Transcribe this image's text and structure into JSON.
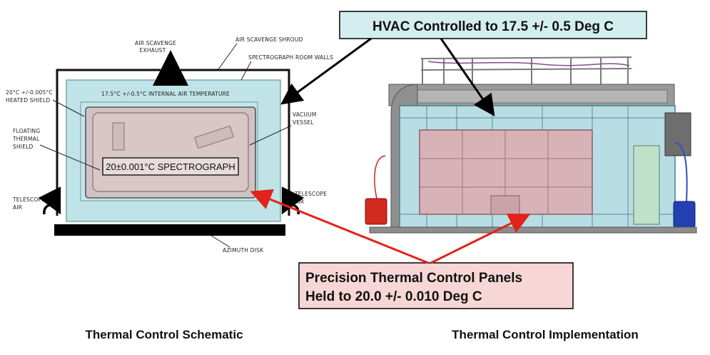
{
  "schematic": {
    "internal_temp": "17.5°C +/-0.5°C INTERNAL AIR TEMPERATURE",
    "spectrograph_label": "20±0.001°C SPECTROGRAPH",
    "labels": {
      "air_scavenge_exhaust_1": "AIR SCAVENGE",
      "air_scavenge_exhaust_2": "EXHAUST",
      "air_scavenge_shroud": "AIR SCAVENGE SHROUD",
      "spectrograph_room_walls": "SPECTROGRAPH ROOM WALLS",
      "heated_shield_1": "20°C +/-0.005°C",
      "heated_shield_2": "HEATED SHIELD",
      "floating_1": "FLOATING",
      "floating_2": "THERMAL",
      "floating_3": "SHIELD",
      "vacuum_1": "VACUUM",
      "vacuum_2": "VESSEL",
      "telescope_left_1": "TELESCOPE",
      "telescope_left_2": "AIR",
      "telescope_right_1": "TELESCOPE",
      "telescope_right_2": "AIR",
      "azimuth_disk": "AZIMUTH DISK"
    }
  },
  "callouts": {
    "hvac": "HVAC Controlled to 17.5 +/- 0.5 Deg C",
    "precision_line1": "Precision Thermal Control Panels",
    "precision_line2": "Held to 20.0 +/- 0.010 Deg C"
  },
  "captions": {
    "left": "Thermal Control Schematic",
    "right": "Thermal Control Implementation"
  },
  "colors": {
    "room_fill": "#bfe3e6",
    "shield_fill": "#d9c7c7",
    "callout_blue_fill": "#d4eef0",
    "callout_red_fill": "#f7d6d6",
    "arrow_red": "#e2231a"
  }
}
